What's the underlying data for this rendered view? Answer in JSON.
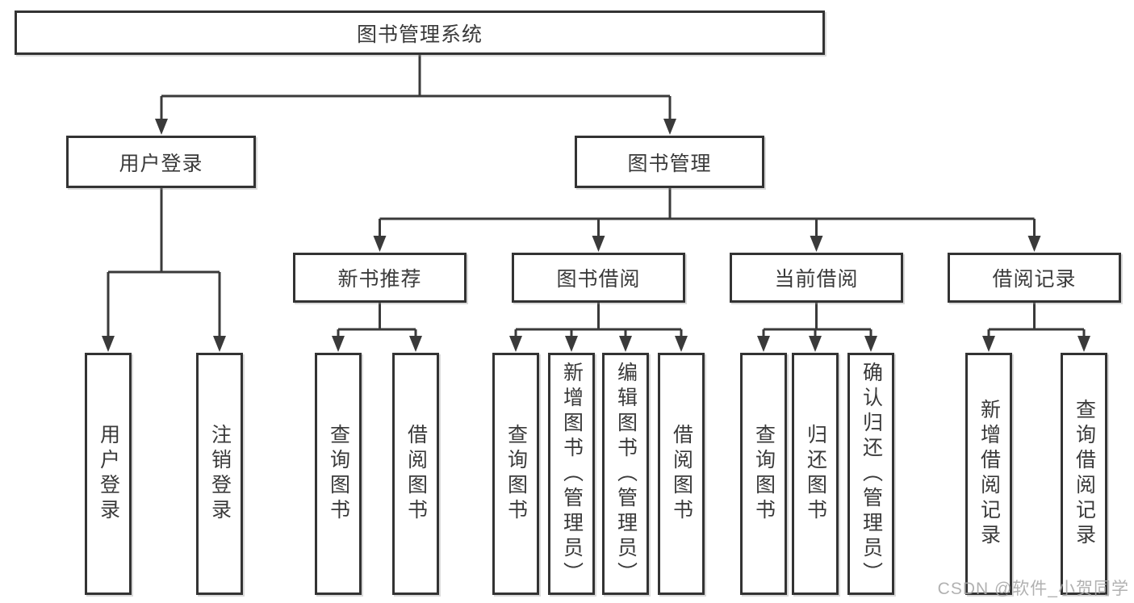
{
  "diagram": {
    "root": {
      "label": "图书管理系统"
    },
    "level2": [
      {
        "label": "用户登录"
      },
      {
        "label": "图书管理"
      }
    ],
    "level3": [
      {
        "label": "新书推荐"
      },
      {
        "label": "图书借阅"
      },
      {
        "label": "当前借阅"
      },
      {
        "label": "借阅记录"
      }
    ],
    "leaves": {
      "user_login": [
        {
          "label": "用户登录"
        },
        {
          "label": "注销登录"
        }
      ],
      "new_book": [
        {
          "label": "查询图书"
        },
        {
          "label": "借阅图书"
        }
      ],
      "book_borrow": [
        {
          "label": "查询图书"
        },
        {
          "label": "新增图书（管理员）"
        },
        {
          "label": "编辑图书（管理员）"
        },
        {
          "label": "借阅图书"
        }
      ],
      "current_borrow": [
        {
          "label": "查询图书"
        },
        {
          "label": "归还图书"
        },
        {
          "label": "确认归还（管理员）"
        }
      ],
      "borrow_record": [
        {
          "label": "新增借阅记录"
        },
        {
          "label": "查询借阅记录"
        }
      ]
    }
  },
  "watermark": {
    "text": "CSDN @软件_小贺同学"
  },
  "colors": {
    "line": "#3a3a3a",
    "box_border": "#333333",
    "text": "#3a3a3a",
    "background": "#ffffff",
    "watermark": "#a8a8a8"
  }
}
